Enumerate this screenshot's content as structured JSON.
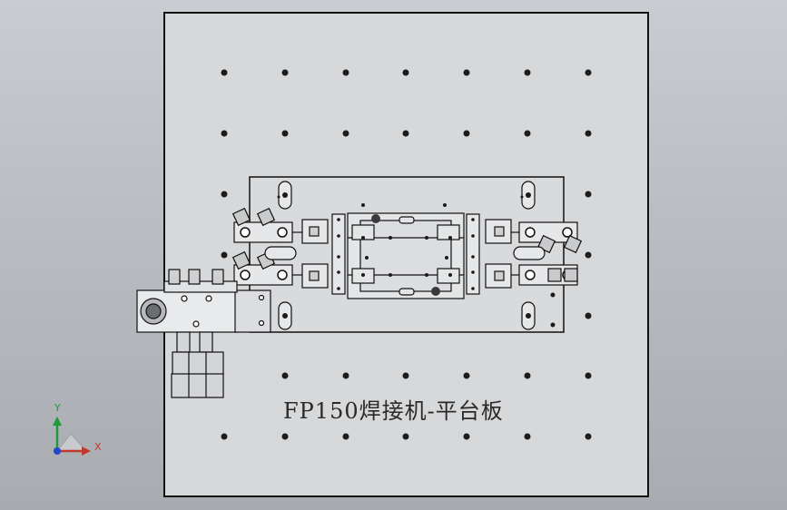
{
  "drawing": {
    "title": "FP150焊接机-平台板"
  },
  "triad": {
    "x_label": "X",
    "y_label": "Y"
  },
  "colors": {
    "background": "#b9bdc2",
    "plate": "#d7d8da",
    "part_fill": "#e3e4e6",
    "line": "#111111",
    "y_axis": "#1f9a3a",
    "x_axis": "#c0392b",
    "z_axis": "#2347c8"
  }
}
